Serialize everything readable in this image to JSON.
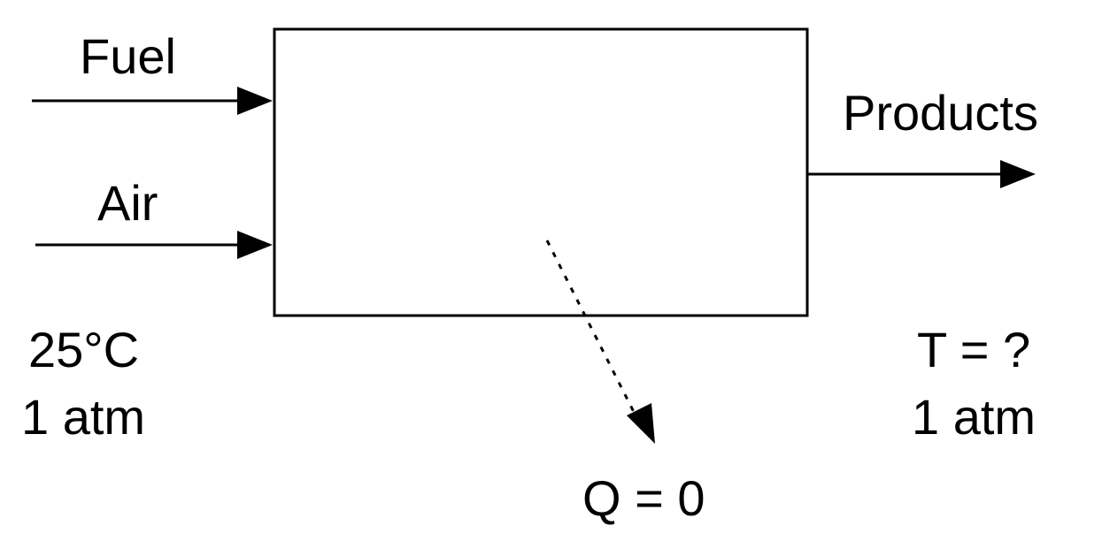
{
  "diagram": {
    "inlets": [
      {
        "label": "Fuel"
      },
      {
        "label": "Air"
      }
    ],
    "outlet": {
      "label": "Products"
    },
    "inlet_conditions": {
      "temperature": "25°C",
      "pressure": "1 atm"
    },
    "outlet_conditions": {
      "temperature": "T = ?",
      "pressure": "1 atm"
    },
    "heat_transfer": {
      "label": "Q = 0"
    },
    "colors": {
      "stroke": "#000000",
      "background": "#ffffff"
    }
  }
}
